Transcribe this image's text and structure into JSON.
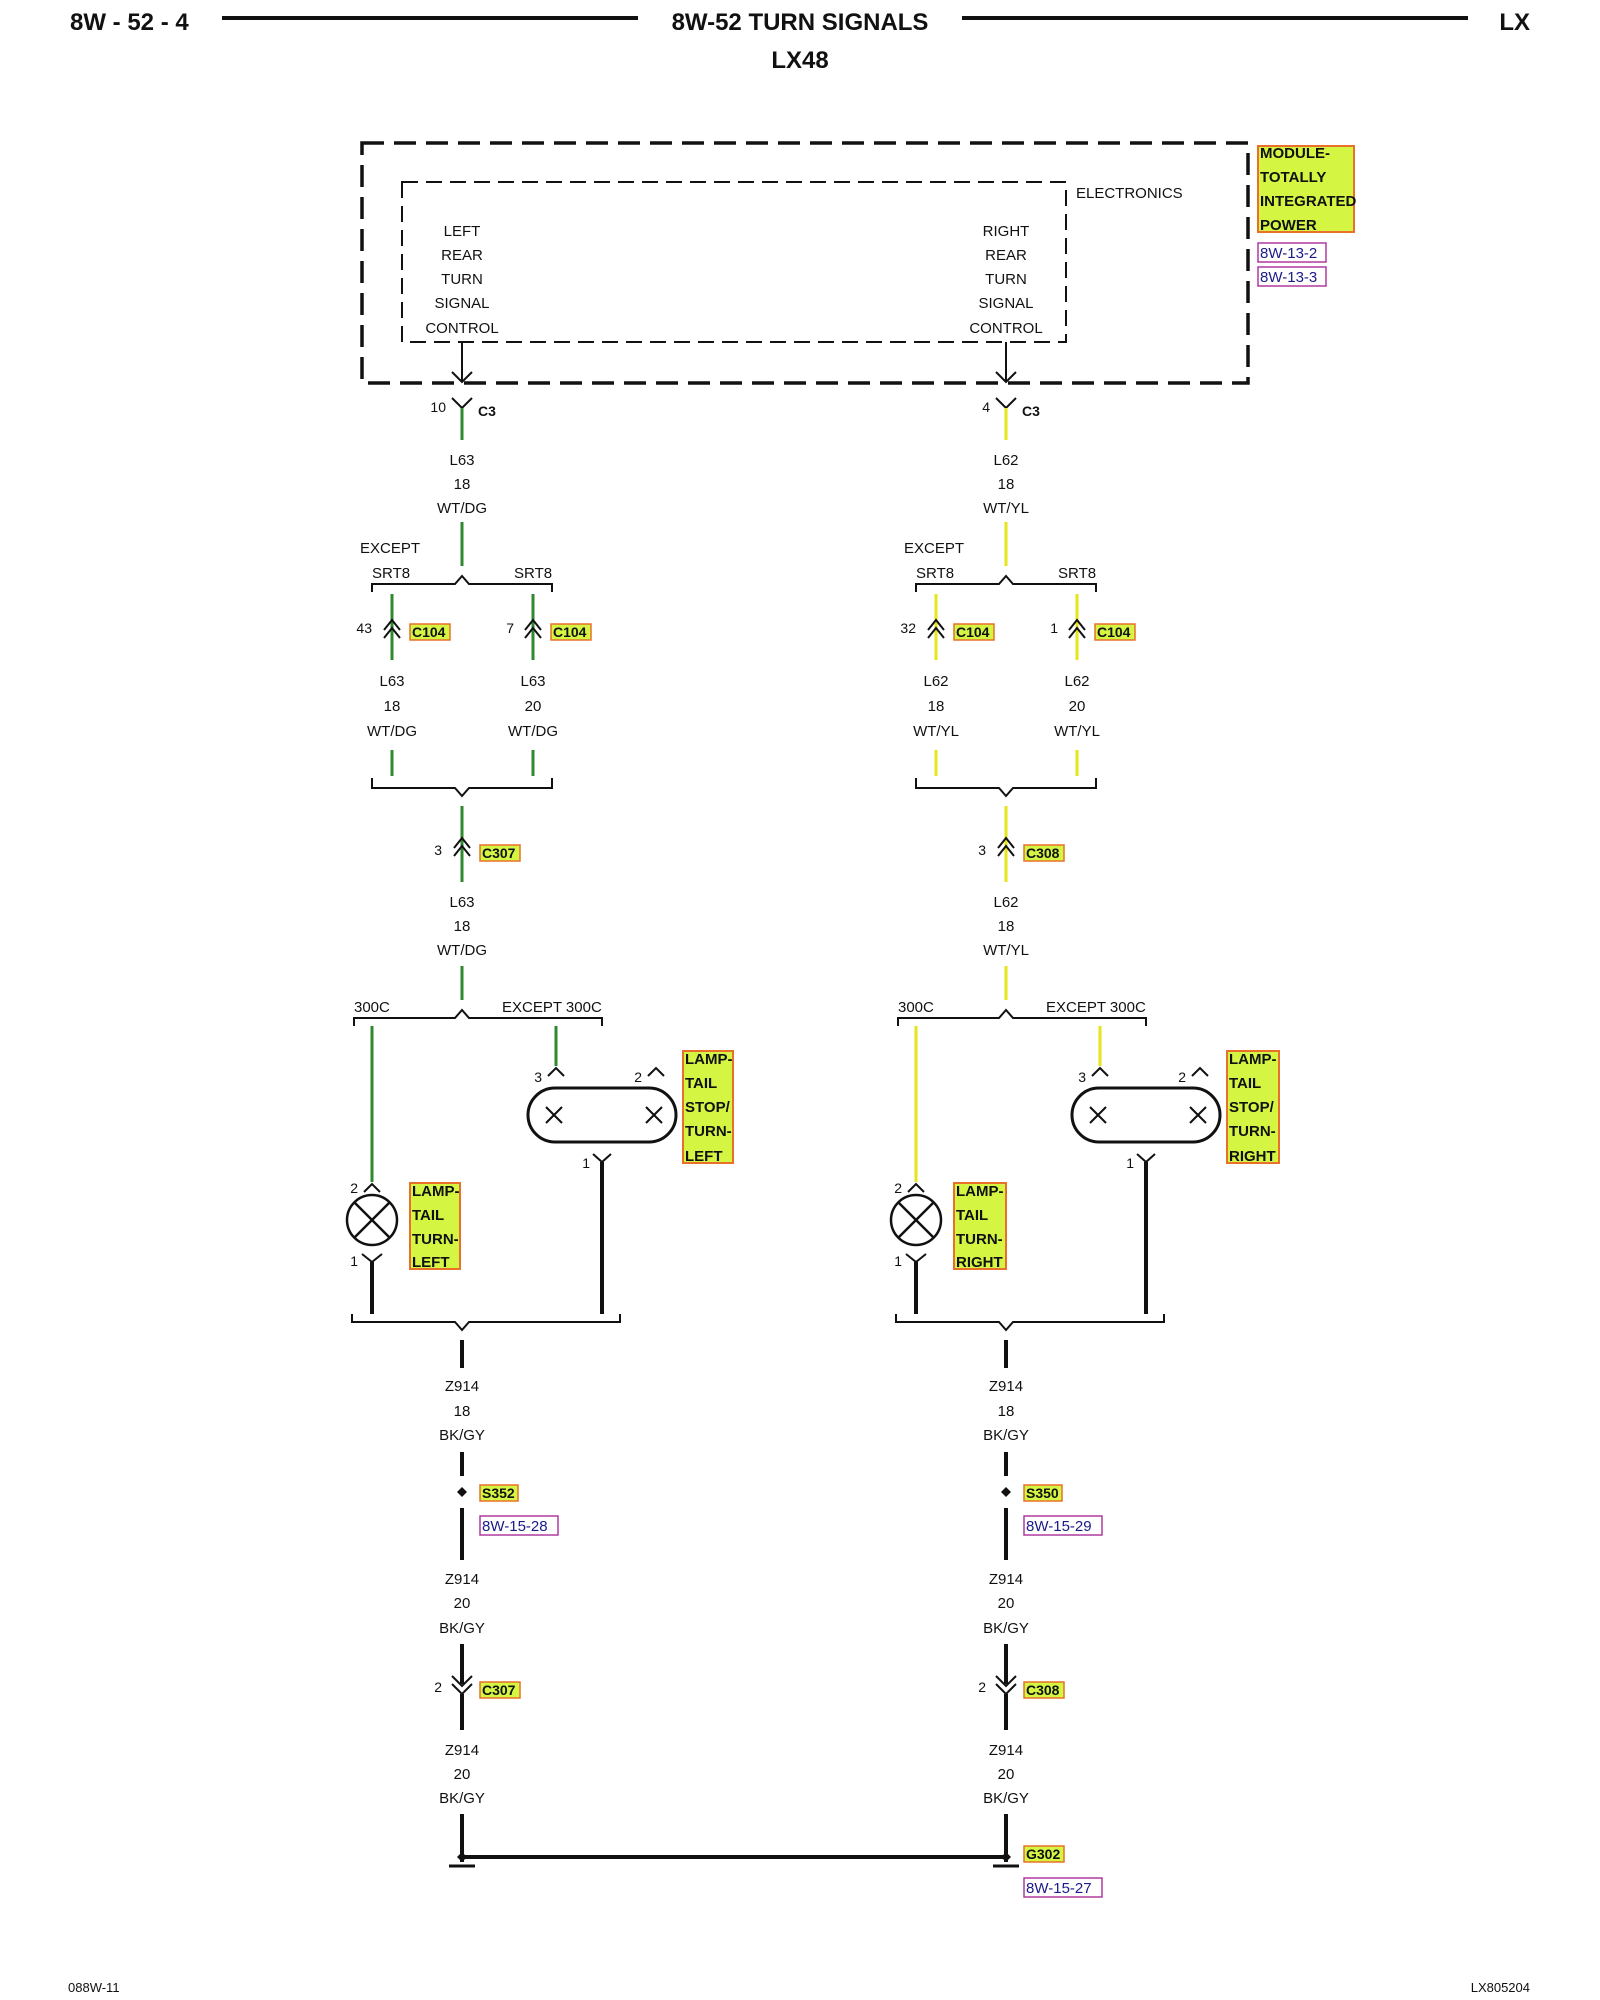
{
  "header": {
    "page_id": "8W - 52 - 4",
    "title": "8W-52 TURN SIGNALS",
    "model": "LX",
    "subtitle": "LX48"
  },
  "module": {
    "outer_label": "ELECTRONICS",
    "name_lines": [
      "MODULE-",
      "TOTALLY",
      "INTEGRATED",
      "POWER"
    ],
    "refs": [
      "8W-13-2",
      "8W-13-3"
    ],
    "left_control": [
      "LEFT",
      "REAR",
      "TURN",
      "SIGNAL",
      "CONTROL"
    ],
    "right_control": [
      "RIGHT",
      "REAR",
      "TURN",
      "SIGNAL",
      "CONTROL"
    ]
  },
  "left": {
    "c3_pin": "10",
    "c3_name": "C3",
    "wire_top": [
      "L63",
      "18",
      "WT/DG"
    ],
    "split1_left": [
      "EXCEPT",
      "SRT8"
    ],
    "split1_right": "SRT8",
    "c104a_pin": "43",
    "c104b_pin": "7",
    "c104_name": "C104",
    "wire_a": [
      "L63",
      "18",
      "WT/DG"
    ],
    "wire_b": [
      "L63",
      "20",
      "WT/DG"
    ],
    "cx_pin": "3",
    "cx_name": "C307",
    "wire_mid": [
      "L63",
      "18",
      "WT/DG"
    ],
    "split2_left": "300C",
    "split2_right": "EXCEPT 300C",
    "stop_pins": [
      "3",
      "2",
      "1"
    ],
    "stop_name": [
      "LAMP-",
      "TAIL",
      "STOP/",
      "TURN-",
      "LEFT"
    ],
    "turn_pins": [
      "2",
      "1"
    ],
    "turn_name": [
      "LAMP-",
      "TAIL",
      "TURN-",
      "LEFT"
    ],
    "wire_gnd1": [
      "Z914",
      "18",
      "BK/GY"
    ],
    "splice_name": "S352",
    "splice_ref": "8W-15-28",
    "wire_gnd2": [
      "Z914",
      "20",
      "BK/GY"
    ],
    "cx2_pin": "2",
    "cx2_name": "C307",
    "wire_gnd3": [
      "Z914",
      "20",
      "BK/GY"
    ]
  },
  "right": {
    "c3_pin": "4",
    "c3_name": "C3",
    "wire_top": [
      "L62",
      "18",
      "WT/YL"
    ],
    "split1_left": [
      "EXCEPT",
      "SRT8"
    ],
    "split1_right": "SRT8",
    "c104a_pin": "32",
    "c104b_pin": "1",
    "c104_name": "C104",
    "wire_a": [
      "L62",
      "18",
      "WT/YL"
    ],
    "wire_b": [
      "L62",
      "20",
      "WT/YL"
    ],
    "cx_pin": "3",
    "cx_name": "C308",
    "wire_mid": [
      "L62",
      "18",
      "WT/YL"
    ],
    "split2_left": "300C",
    "split2_right": "EXCEPT 300C",
    "stop_pins": [
      "3",
      "2",
      "1"
    ],
    "stop_name": [
      "LAMP-",
      "TAIL",
      "STOP/",
      "TURN-",
      "RIGHT"
    ],
    "turn_pins": [
      "2",
      "1"
    ],
    "turn_name": [
      "LAMP-",
      "TAIL",
      "TURN-",
      "RIGHT"
    ],
    "wire_gnd1": [
      "Z914",
      "18",
      "BK/GY"
    ],
    "splice_name": "S350",
    "splice_ref": "8W-15-29",
    "wire_gnd2": [
      "Z914",
      "20",
      "BK/GY"
    ],
    "cx2_pin": "2",
    "cx2_name": "C308",
    "wire_gnd3": [
      "Z914",
      "20",
      "BK/GY"
    ]
  },
  "ground": {
    "name": "G302",
    "ref": "8W-15-27"
  },
  "footer": {
    "left": "088W-11",
    "right": "LX805204"
  },
  "colors": {
    "green_wire": "#2f8a2f",
    "yellow_wire": "#e6e61a",
    "black_wire": "#111111",
    "label_fill": "#d4f542",
    "label_border": "#e8702a",
    "ref_border": "#b03aa0"
  }
}
